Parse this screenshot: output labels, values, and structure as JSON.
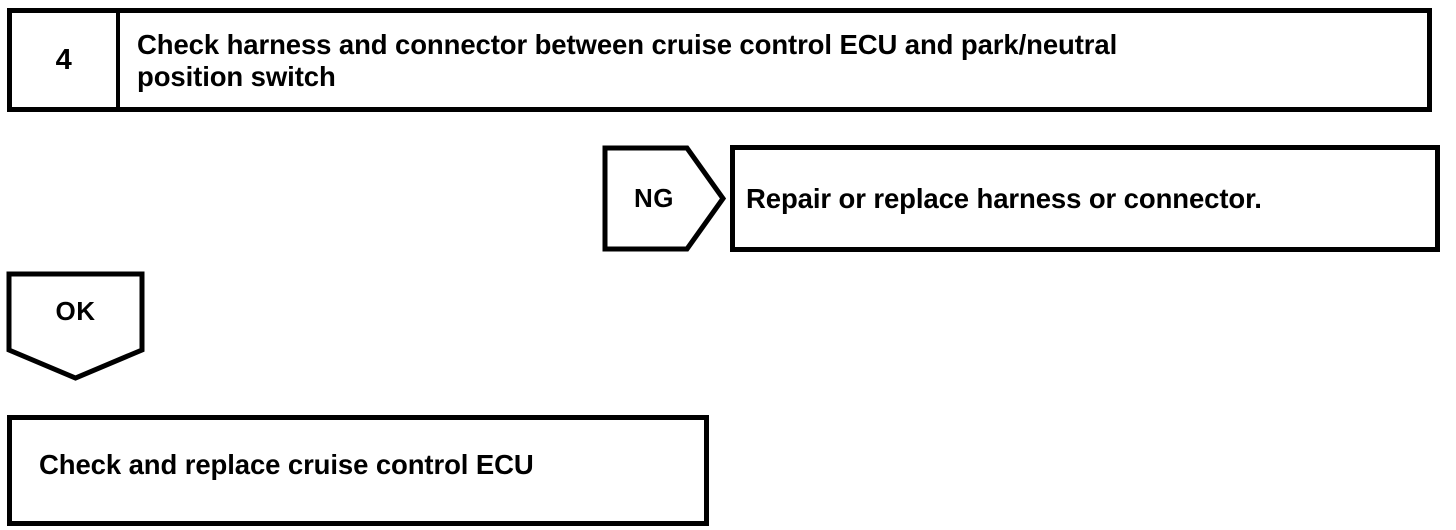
{
  "diagram": {
    "type": "troubleshooting-flowchart",
    "step": {
      "number": "4",
      "instruction": "Check harness and connector between cruise control ECU and park/neutral\nposition switch"
    },
    "branches": {
      "ng": {
        "label": "NG",
        "result": "Repair or replace harness or connector."
      },
      "ok": {
        "label": "OK",
        "result": "Check and replace cruise control ECU"
      }
    },
    "colors": {
      "ink": "#000000",
      "paper": "#ffffff"
    }
  }
}
